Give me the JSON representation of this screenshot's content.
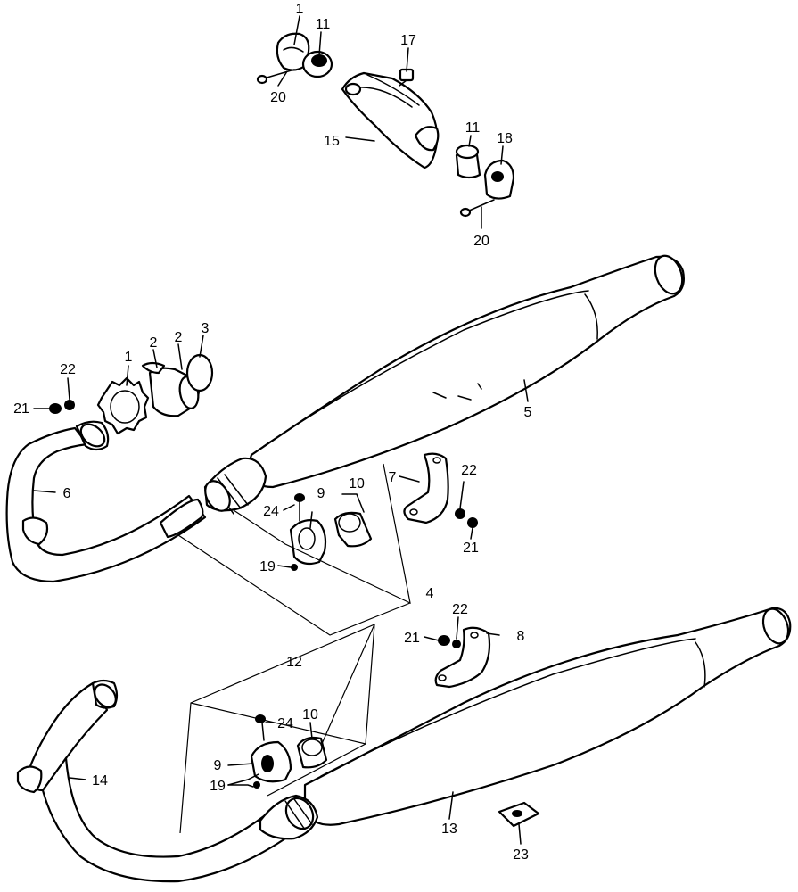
{
  "callouts": [
    {
      "id": "c1a",
      "text": "1"
    },
    {
      "id": "c11a",
      "text": "11"
    },
    {
      "id": "c20a",
      "text": "20"
    },
    {
      "id": "c17",
      "text": "17"
    },
    {
      "id": "c15",
      "text": "15"
    },
    {
      "id": "c11b",
      "text": "11"
    },
    {
      "id": "c18",
      "text": "18"
    },
    {
      "id": "c20b",
      "text": "20"
    },
    {
      "id": "c22a",
      "text": "22"
    },
    {
      "id": "c1b",
      "text": "1"
    },
    {
      "id": "c2a",
      "text": "2"
    },
    {
      "id": "c2b",
      "text": "2"
    },
    {
      "id": "c3",
      "text": "3"
    },
    {
      "id": "c21a",
      "text": "21"
    },
    {
      "id": "c5",
      "text": "5"
    },
    {
      "id": "c6",
      "text": "6"
    },
    {
      "id": "c7",
      "text": "7"
    },
    {
      "id": "c22b",
      "text": "22"
    },
    {
      "id": "c21b",
      "text": "21"
    },
    {
      "id": "c10a",
      "text": "10"
    },
    {
      "id": "c9a",
      "text": "9"
    },
    {
      "id": "c24a",
      "text": "24"
    },
    {
      "id": "c19a",
      "text": "19"
    },
    {
      "id": "c4",
      "text": "4"
    },
    {
      "id": "c22c",
      "text": "22"
    },
    {
      "id": "c21c",
      "text": "21"
    },
    {
      "id": "c8",
      "text": "8"
    },
    {
      "id": "c12",
      "text": "12"
    },
    {
      "id": "c24b",
      "text": "24"
    },
    {
      "id": "c10b",
      "text": "10"
    },
    {
      "id": "c9b",
      "text": "9"
    },
    {
      "id": "c19b",
      "text": "19"
    },
    {
      "id": "c14",
      "text": "14"
    },
    {
      "id": "c13",
      "text": "13"
    },
    {
      "id": "c23",
      "text": "23"
    }
  ]
}
